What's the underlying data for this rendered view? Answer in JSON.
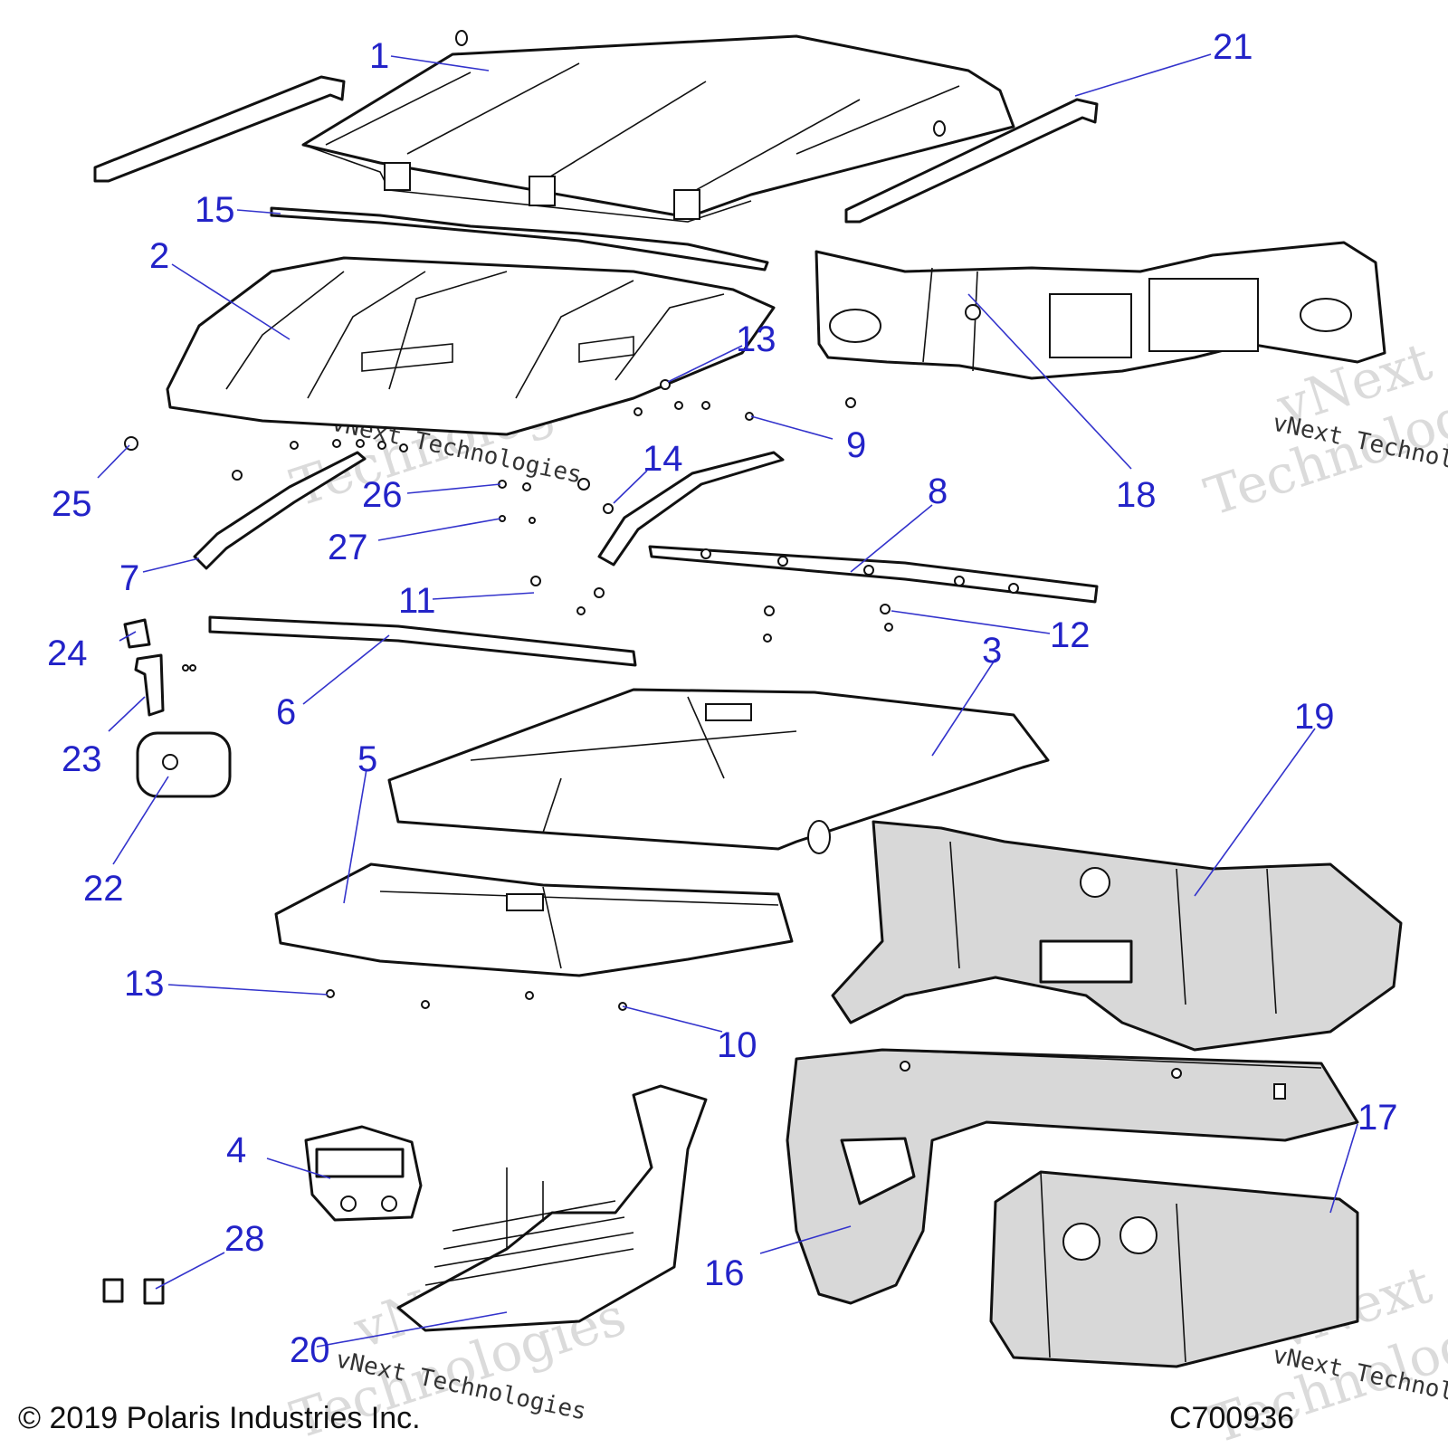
{
  "callouts": [
    {
      "id": "1",
      "label": "1"
    },
    {
      "id": "2",
      "label": "2"
    },
    {
      "id": "3",
      "label": "3"
    },
    {
      "id": "4",
      "label": "4"
    },
    {
      "id": "5",
      "label": "5"
    },
    {
      "id": "6",
      "label": "6"
    },
    {
      "id": "7",
      "label": "7"
    },
    {
      "id": "8",
      "label": "8"
    },
    {
      "id": "9",
      "label": "9"
    },
    {
      "id": "10",
      "label": "10"
    },
    {
      "id": "11",
      "label": "11"
    },
    {
      "id": "12",
      "label": "12"
    },
    {
      "id": "13a",
      "label": "13"
    },
    {
      "id": "13b",
      "label": "13"
    },
    {
      "id": "14",
      "label": "14"
    },
    {
      "id": "15",
      "label": "15"
    },
    {
      "id": "16",
      "label": "16"
    },
    {
      "id": "17",
      "label": "17"
    },
    {
      "id": "18",
      "label": "18"
    },
    {
      "id": "19",
      "label": "19"
    },
    {
      "id": "20",
      "label": "20"
    },
    {
      "id": "21",
      "label": "21"
    },
    {
      "id": "22",
      "label": "22"
    },
    {
      "id": "23",
      "label": "23"
    },
    {
      "id": "24",
      "label": "24"
    },
    {
      "id": "25",
      "label": "25"
    },
    {
      "id": "26",
      "label": "26"
    },
    {
      "id": "27",
      "label": "27"
    },
    {
      "id": "28",
      "label": "28"
    }
  ],
  "footer": {
    "copyright": "© 2019 Polaris Industries Inc.",
    "diagram_code": "C700936"
  },
  "watermark": {
    "brand_line1": "vNext",
    "brand_line2": "Technologies",
    "brand_full": "vNext Technologies"
  },
  "colors": {
    "callout": "#2323c8",
    "part_fill_gray": "#d8d8d8",
    "line": "#111111"
  }
}
